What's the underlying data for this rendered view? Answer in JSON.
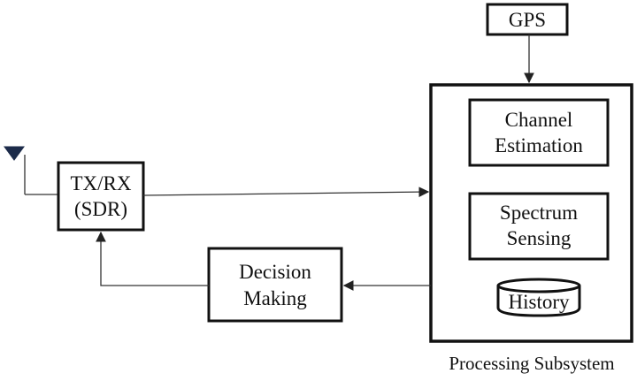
{
  "blocks": {
    "gps": "GPS",
    "txrx": [
      "TX/RX",
      "(SDR)"
    ],
    "channel_estimation": [
      "Channel",
      "Estimation"
    ],
    "spectrum_sensing": [
      "Spectrum",
      "Sensing"
    ],
    "history": "History",
    "decision_making": [
      "Decision",
      "Making"
    ]
  },
  "caption": "Processing Subsystem",
  "colors": {
    "stroke": "#111111",
    "antenna": "#1c2b4a",
    "background": "#ffffff"
  },
  "icons": {
    "antenna": "antenna-icon",
    "history_store": "database-cylinder-icon"
  }
}
